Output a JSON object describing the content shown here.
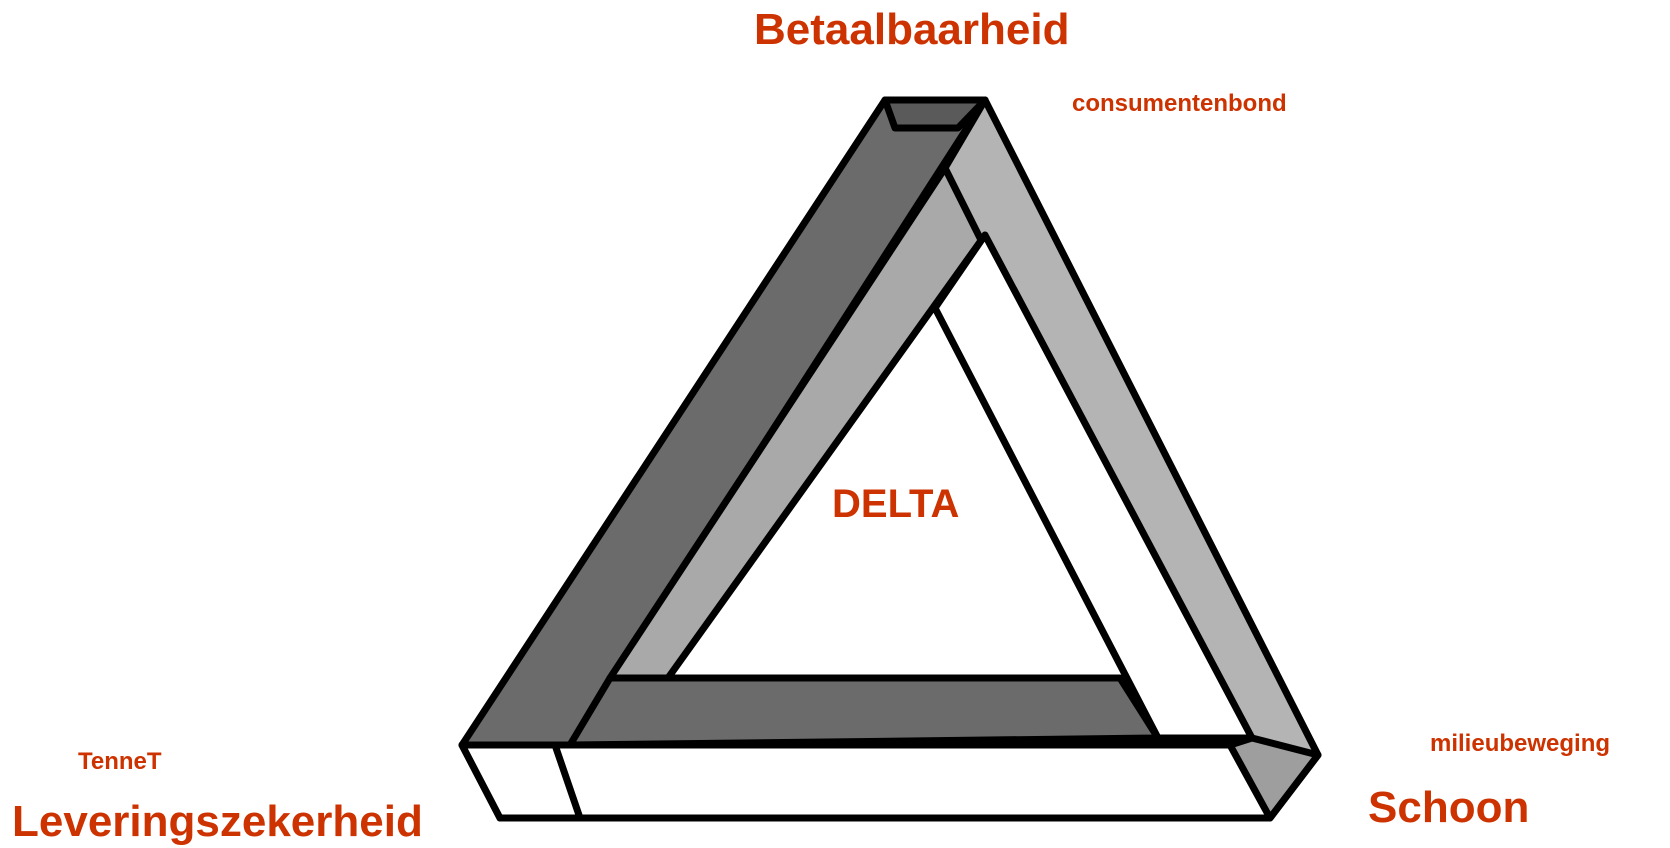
{
  "colors": {
    "label": "#cc3300",
    "dark_face": "#6b6b6b",
    "mid_face": "#8c8c8c",
    "light_face": "#b4b4b4",
    "outline": "#000000",
    "background": "#ffffff"
  },
  "labels": {
    "top": "Betaalbaarheid",
    "top_sub": "consumentenbond",
    "left": "Leveringszekerheid",
    "left_sub": "TenneT",
    "right": "Schoon",
    "right_sub": "milieubeweging",
    "center": "DELTA"
  }
}
